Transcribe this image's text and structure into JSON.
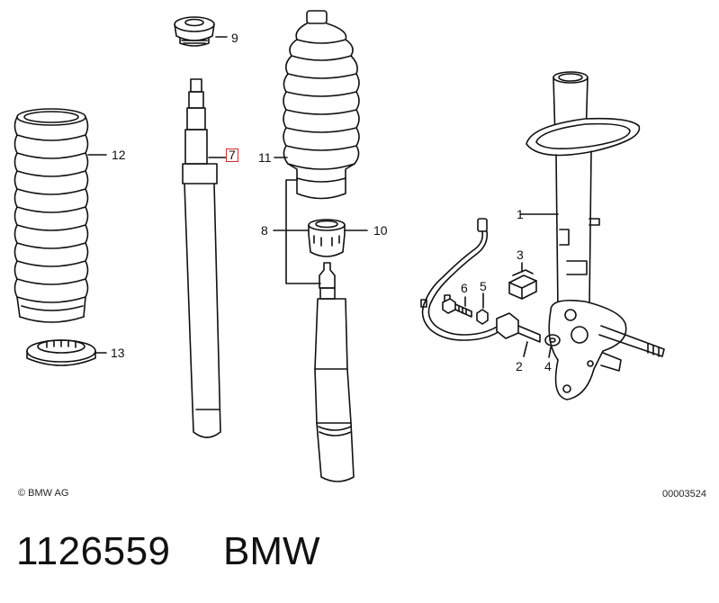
{
  "callouts": {
    "c1": "1",
    "c2": "2",
    "c3": "3",
    "c4": "4",
    "c5": "5",
    "c6": "6",
    "c7": "7",
    "c8": "8",
    "c9": "9",
    "c10": "10",
    "c11": "11",
    "c12": "12",
    "c13": "13"
  },
  "highlighted_callout": "7",
  "highlight_color": "#d62a2a",
  "copyright": "© BMW AG",
  "diagram_id": "00003524",
  "part_number": "1126559",
  "brand": "BMW"
}
